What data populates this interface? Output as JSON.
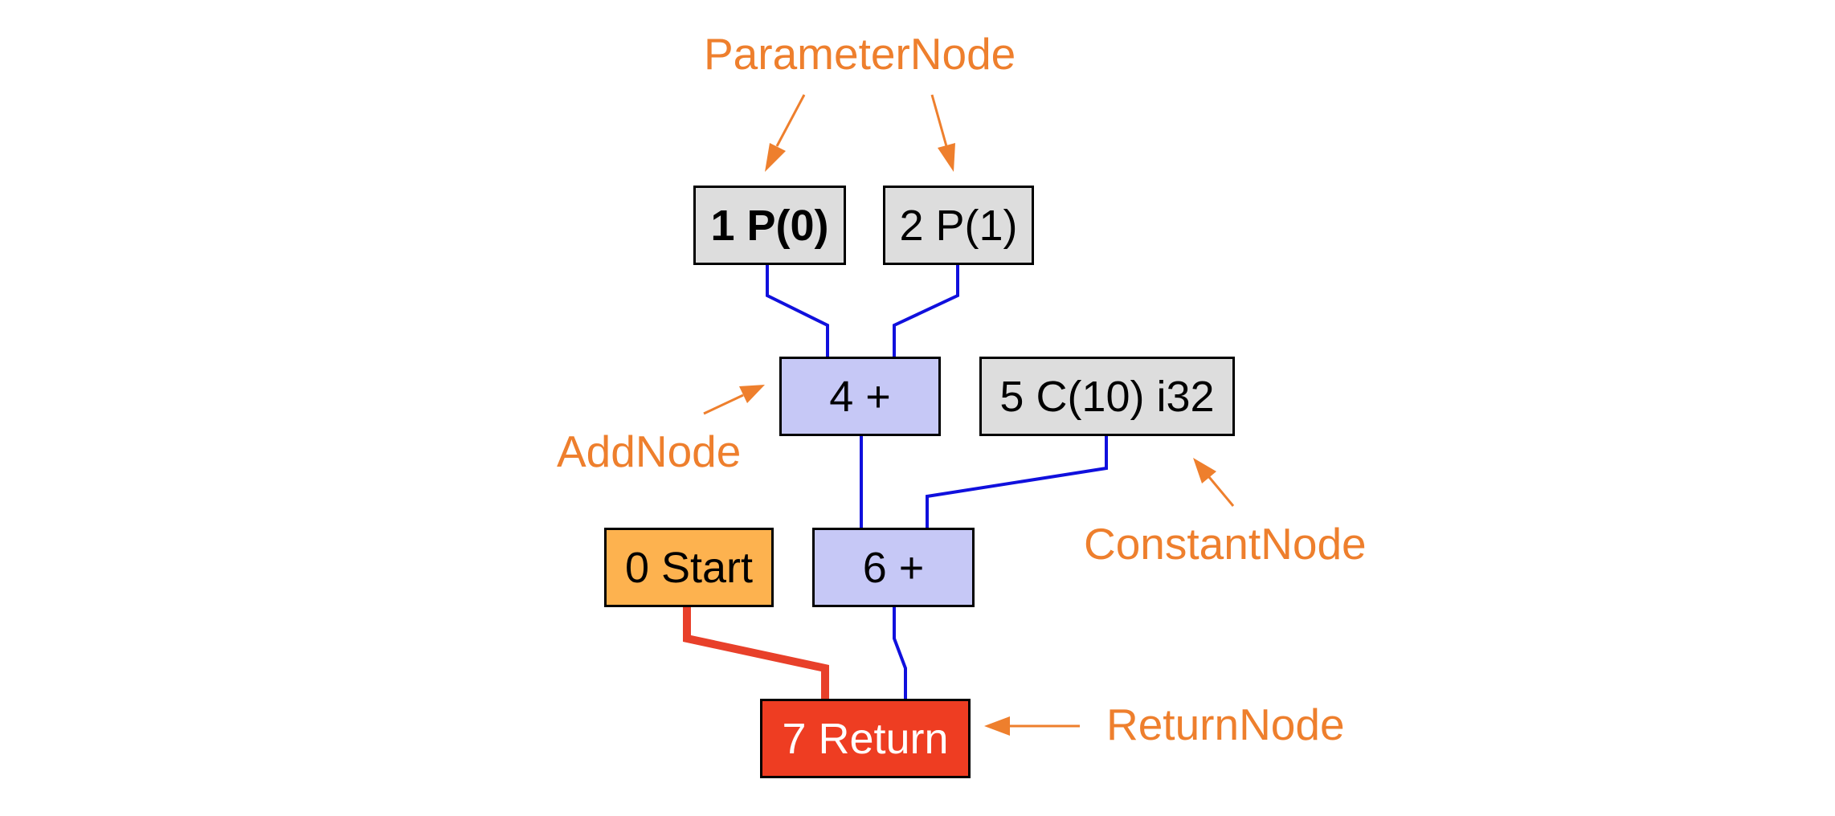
{
  "colors": {
    "annotation": "#EE7F2D",
    "data_edge": "#1010DD",
    "control_edge": "#E8402A",
    "parameter_fill": "#DDDDDD",
    "add_fill": "#C6C8F6",
    "constant_fill": "#DDDDDD",
    "start_fill": "#FDB24F",
    "return_fill": "#EE3D22",
    "node_border": "#000000"
  },
  "nodes": {
    "p0": {
      "label": "1 P(0)"
    },
    "p1": {
      "label": "2 P(1)"
    },
    "add4": {
      "label": "4 +"
    },
    "const5": {
      "label": "5 C(10) i32"
    },
    "start": {
      "label": "0 Start"
    },
    "add6": {
      "label": "6 +"
    },
    "ret": {
      "label": "7 Return"
    }
  },
  "annotations": {
    "parameter": "ParameterNode",
    "add": "AddNode",
    "constant": "ConstantNode",
    "return": "ReturnNode"
  },
  "edges": [
    {
      "from": "1 P(0)",
      "to": "4 +",
      "kind": "data"
    },
    {
      "from": "2 P(1)",
      "to": "4 +",
      "kind": "data"
    },
    {
      "from": "4 +",
      "to": "6 +",
      "kind": "data"
    },
    {
      "from": "5 C(10) i32",
      "to": "6 +",
      "kind": "data"
    },
    {
      "from": "0 Start",
      "to": "7 Return",
      "kind": "control"
    },
    {
      "from": "6 +",
      "to": "7 Return",
      "kind": "data"
    }
  ]
}
